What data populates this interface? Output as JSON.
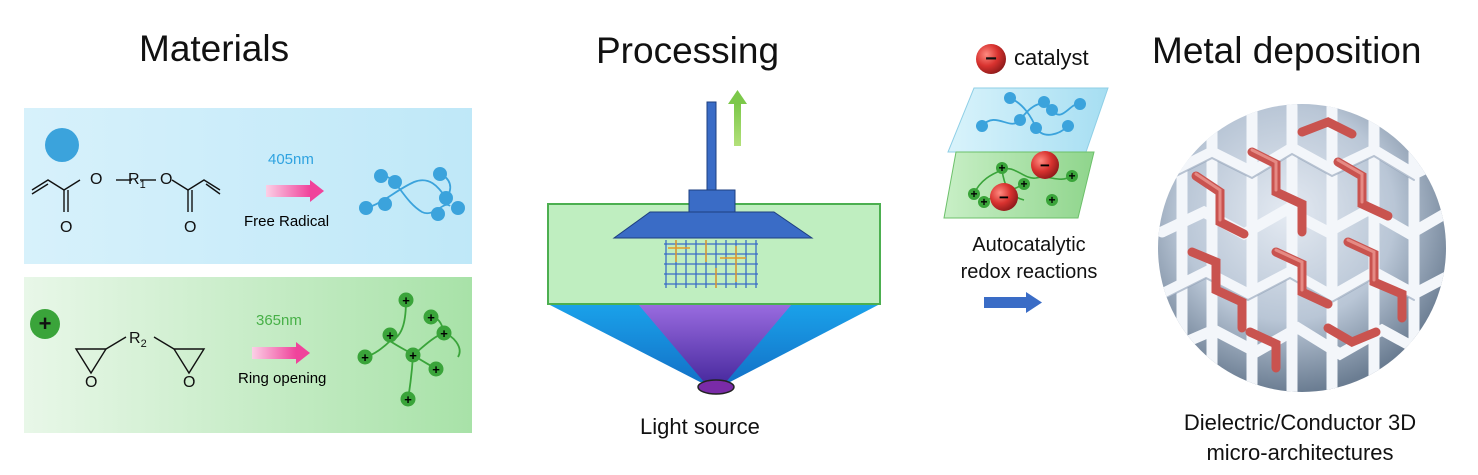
{
  "sections": {
    "materials": "Materials",
    "processing": "Processing",
    "metal_deposition": "Metal deposition"
  },
  "acrylate": {
    "oxygen_left": "O",
    "r_group": "R",
    "r_subscript": "1",
    "oxygen_right": "O",
    "carbonyl_left": "O",
    "carbonyl_right": "O",
    "wavelength": "405nm",
    "mechanism": "Free Radical"
  },
  "epoxy": {
    "r_group": "R",
    "r_subscript": "2",
    "oxygen_left": "O",
    "oxygen_right": "O",
    "wavelength": "365nm",
    "mechanism": "Ring opening"
  },
  "processing": {
    "light_source": "Light source"
  },
  "catalyst": {
    "symbol_neg": "−",
    "label": "catalyst",
    "reactions_line1": "Autocatalytic",
    "reactions_line2": "redox reactions"
  },
  "result": {
    "line1": "Dielectric/Conductor 3D",
    "line2": "micro-architectures"
  },
  "colors": {
    "blue_panel": "#d9f3fb",
    "green_panel": "#cdeecf",
    "blue_bead": "#3ba3dc",
    "green_bead": "#3aa43a",
    "pink_arrow": "#f05fa8",
    "stage_blue": "#3a6cc6",
    "vat_green": "#bfeec0",
    "red_catalyst": "#c0282a"
  }
}
